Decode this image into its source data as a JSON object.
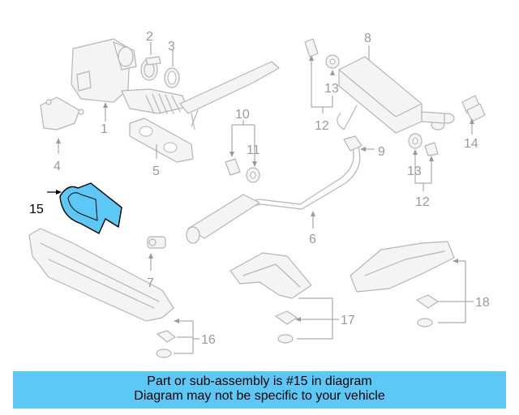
{
  "diagram": {
    "highlighted_part": "15",
    "highlight_color": "#5bc8f5",
    "callouts": [
      "1",
      "2",
      "3",
      "4",
      "5",
      "6",
      "7",
      "8",
      "9",
      "10",
      "11",
      "12",
      "13",
      "14",
      "15",
      "16",
      "17",
      "18"
    ]
  },
  "banner": {
    "line1": "Part or sub-assembly is #15 in diagram",
    "line2": "Diagram may not be specific to your vehicle"
  }
}
